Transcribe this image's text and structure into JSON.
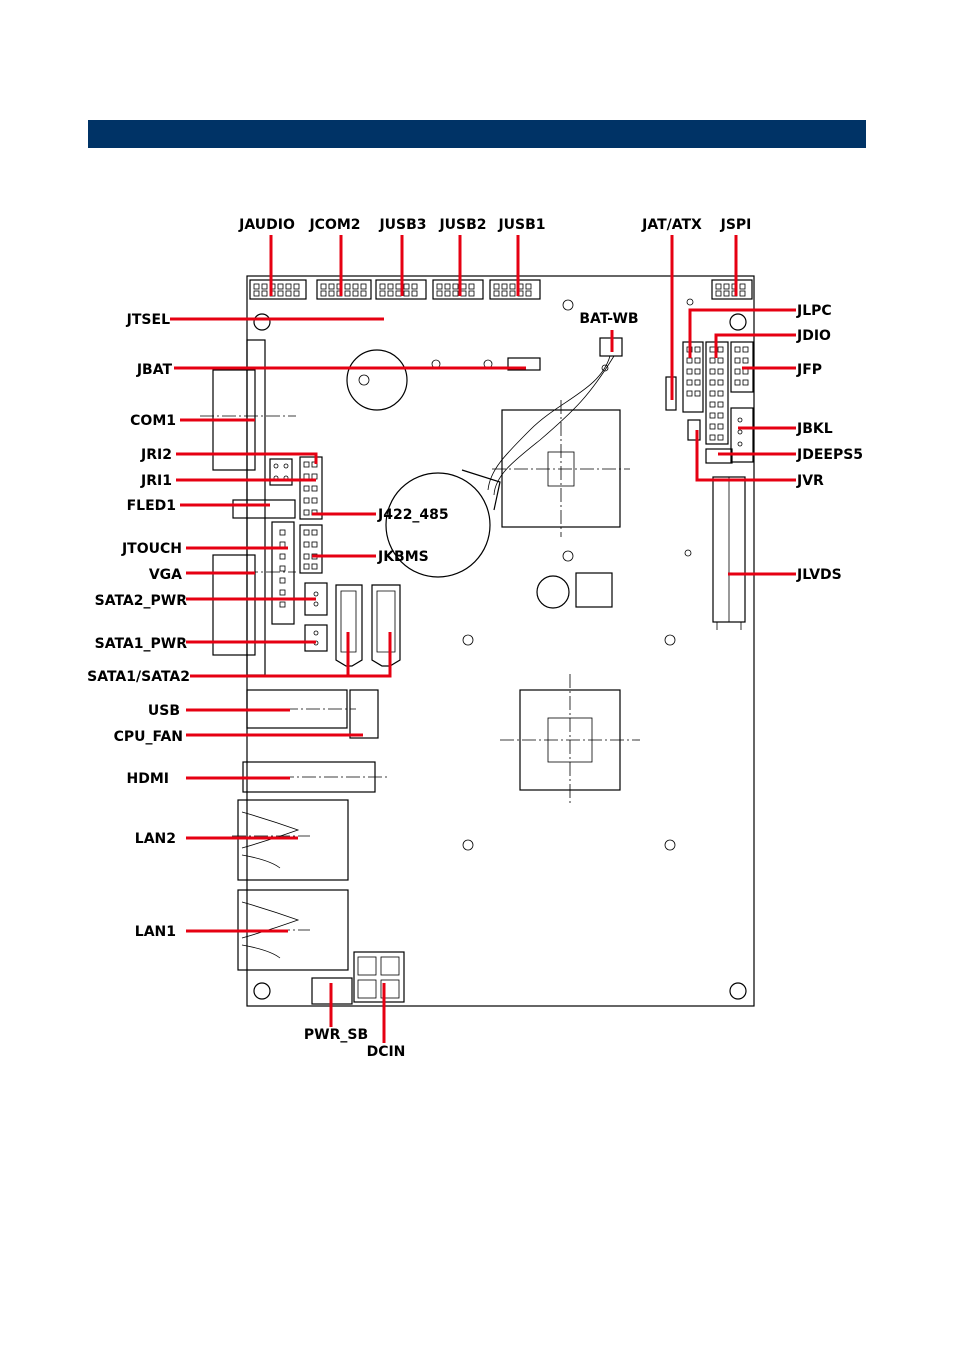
{
  "page": {
    "header_color": "#003366",
    "callout_color": "#e60012"
  },
  "labels": {
    "jaudio": "JAUDIO",
    "jcom2": "JCOM2",
    "jusb3": "JUSB3",
    "jusb2": "JUSB2",
    "jusb1": "JUSB1",
    "jat_atx": "JAT/ATX",
    "jspi": "JSPI",
    "jtsel": "JTSEL",
    "jbat": "JBAT",
    "com1": "COM1",
    "jri2": "JRI2",
    "jri1": "JRI1",
    "fled1": "FLED1",
    "jtouch": "JTOUCH",
    "vga": "VGA",
    "sata2_pwr": "SATA2_PWR",
    "sata1_pwr": "SATA1_PWR",
    "sata1_sata2": "SATA1/SATA2",
    "usb": "USB",
    "cpu_fan": "CPU_FAN",
    "hdmi": "HDMI",
    "lan2": "LAN2",
    "lan1": "LAN1",
    "bat_wb": "BAT-WB",
    "j422_485": "J422_485",
    "jkbms": "JKBMS",
    "jlpc": "JLPC",
    "jdio": "JDIO",
    "jfp": "JFP",
    "jbkl": "JBKL",
    "jdeeps5": "JDEEPS5",
    "jvr": "JVR",
    "jlvds": "JLVDS",
    "pwr_sb": "PWR_SB",
    "dcin": "DCIN"
  }
}
